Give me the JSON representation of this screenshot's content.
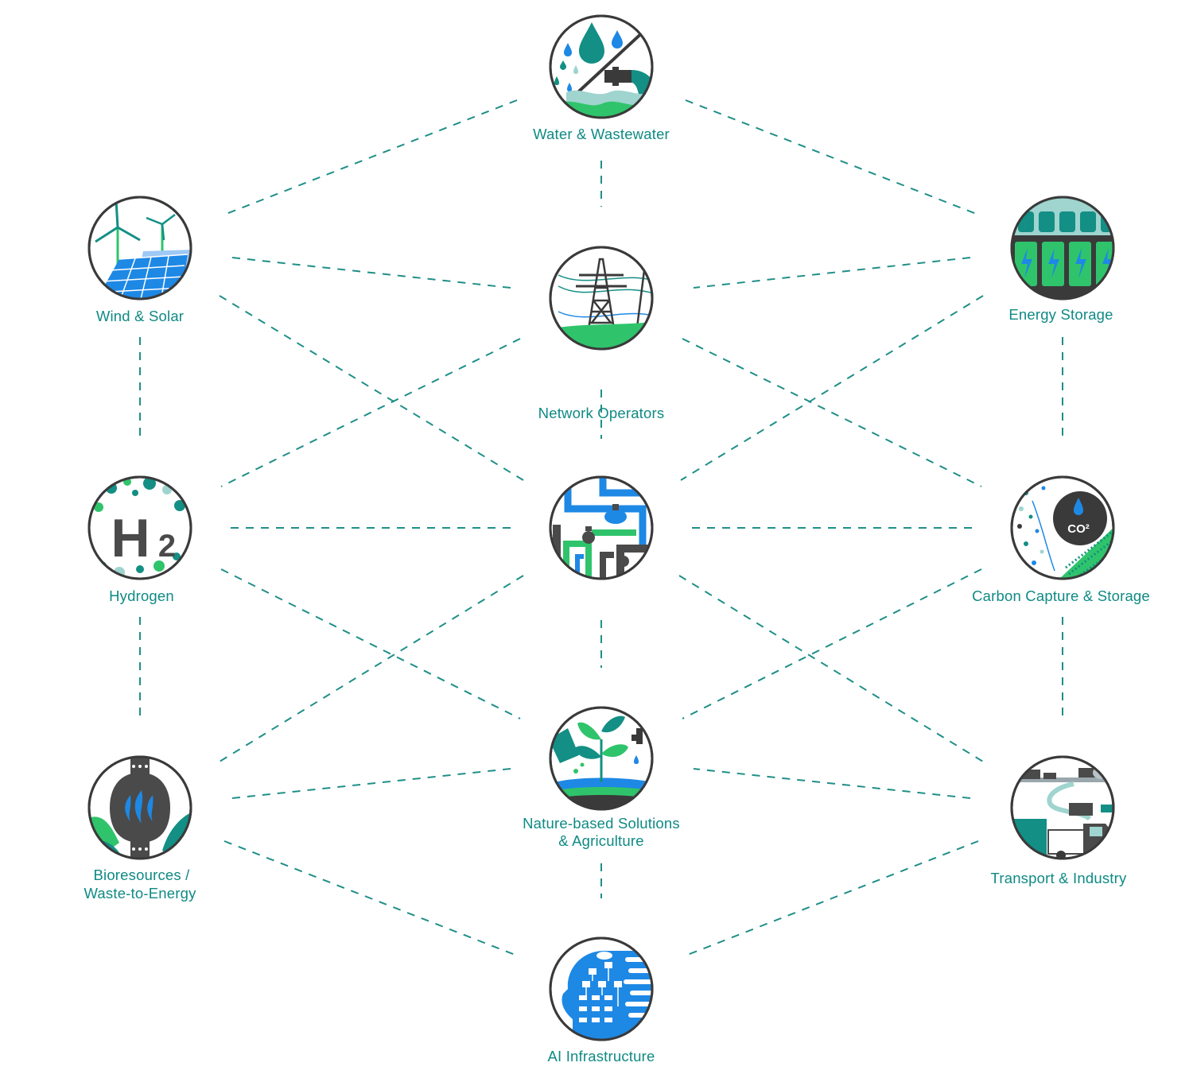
{
  "diagram": {
    "colors": {
      "line": "#1f8f88",
      "label": "#0f8a84",
      "ring": "#3a3a3a",
      "green": "#2fc46b",
      "teal": "#138f85",
      "blue": "#1e88e5",
      "dark": "#4a4a4a"
    },
    "nodes": [
      {
        "id": "water",
        "icon": "water-droplets-pipe-icon",
        "label": [
          "Water & Wastewater"
        ]
      },
      {
        "id": "wind",
        "icon": "wind-turbine-solar-panel-icon",
        "label": [
          "Wind & Solar"
        ]
      },
      {
        "id": "storage",
        "icon": "battery-storage-icon",
        "label": [
          "Energy Storage"
        ]
      },
      {
        "id": "network",
        "icon": "power-pylon-icon",
        "label": [
          "Network Operators"
        ]
      },
      {
        "id": "hydrogen",
        "icon": "hydrogen-molecule-icon",
        "label": [
          "Hydrogen"
        ]
      },
      {
        "id": "pipes",
        "icon": "pipes-valves-icon",
        "label": []
      },
      {
        "id": "carbon",
        "icon": "co2-capture-icon",
        "label": [
          "Carbon Capture & Storage"
        ]
      },
      {
        "id": "nature",
        "icon": "seedling-plant-icon",
        "label": [
          "Nature-based Solutions",
          "& Agriculture"
        ]
      },
      {
        "id": "bio",
        "icon": "biogas-flame-icon",
        "label": [
          "Bioresources /",
          "Waste-to-Energy"
        ]
      },
      {
        "id": "transport",
        "icon": "truck-factory-icon",
        "label": [
          "Transport & Industry"
        ]
      },
      {
        "id": "ai",
        "icon": "ai-head-circuit-icon",
        "label": [
          "AI Infrastructure"
        ]
      }
    ]
  }
}
